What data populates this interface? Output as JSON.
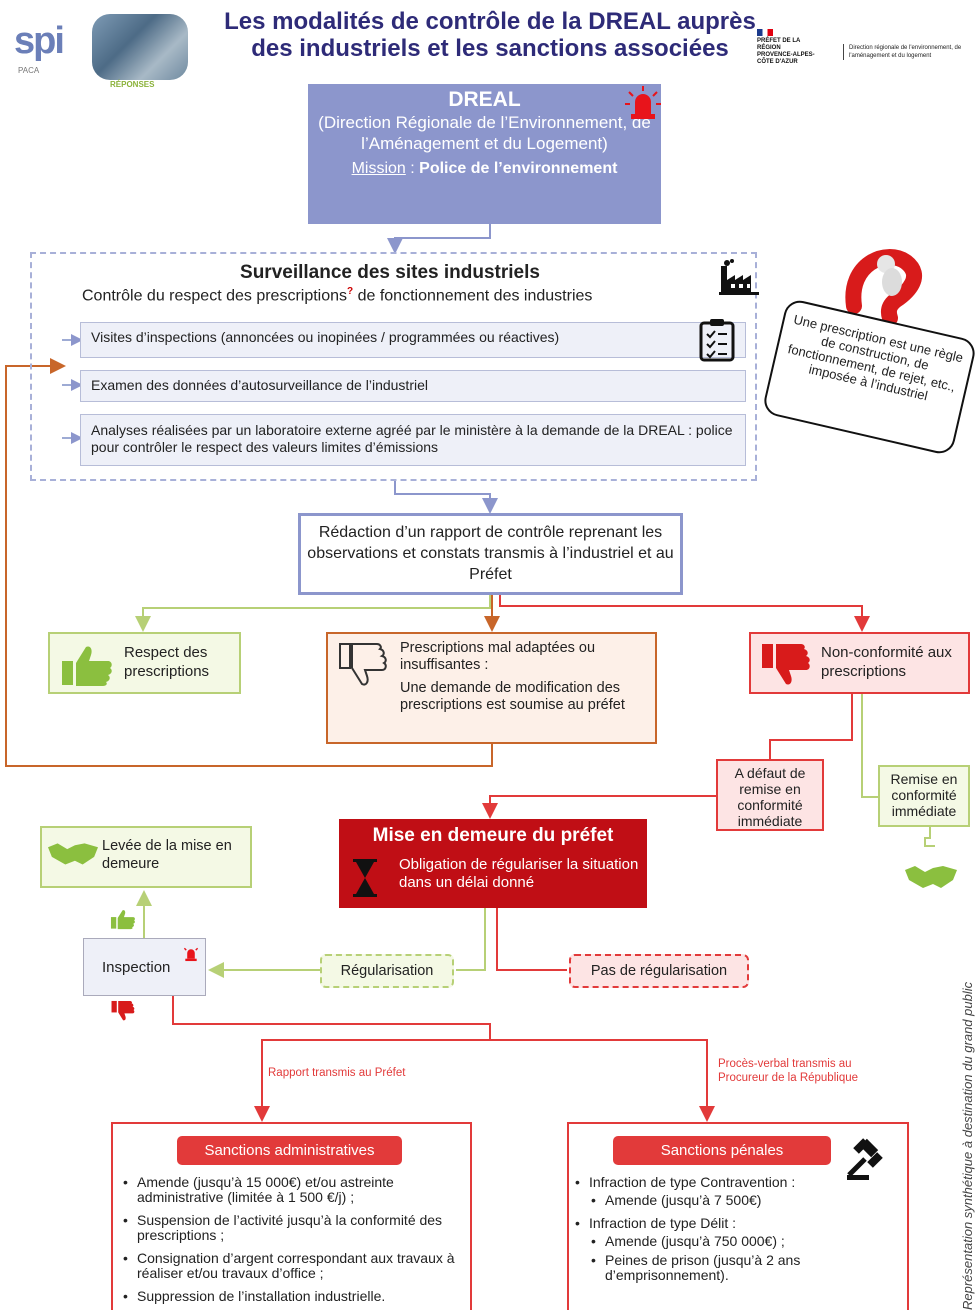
{
  "header": {
    "title_line1": "Les modalités de contrôle de la DREAL auprès",
    "title_line2": "des industriels et les sanctions associées",
    "spi_logo": "spi",
    "paca": "PACA",
    "reponses": "RÉPONSES",
    "prefet": "PRÉFET DE LA RÉGION PROVENCE-ALPES-CÔTE D'AZUR",
    "dreal_signature": "Direction régionale de l'environnement, de l'aménagement et du logement"
  },
  "dreal": {
    "name": "DREAL",
    "full_name": "(Direction Régionale de l’Environnement, de l’Aménagement et du Logement)",
    "mission_label": "Mission",
    "mission_value": "Police de l’environnement"
  },
  "surveillance": {
    "title": "Surveillance des sites industriels",
    "subtitle": "Contrôle du respect des prescriptions",
    "subtitle_mark": "?",
    "subtitle_end": " de fonctionnement des industries",
    "items": [
      "Visites d’inspections (annoncées ou inopinées / programmées ou réactives)",
      "Examen des données d’autosurveillance de l’industriel",
      "Analyses réalisées par un laboratoire externe agréé par le ministère à la demande de la DREAL : police pour contrôler le respect des valeurs limites d’émissions"
    ]
  },
  "definition": "Une prescription est une règle de construction, de fonctionnement, de rejet, etc., imposée à l’industriel",
  "rapport": "Rédaction d’un rapport de contrôle reprenant les observations et constats transmis à l’industriel et au Préfet",
  "outcomes": {
    "respect": "Respect des prescriptions",
    "mal_adaptees_title": "Prescriptions mal adaptées ou insuffisantes :",
    "mal_adaptees_text": "Une demande de modification des prescriptions est soumise au préfet",
    "non_conformite": "Non-conformité aux prescriptions"
  },
  "a_defaut": "A défaut de remise en conformité immédiate",
  "remise": "Remise en conformité immédiate",
  "mise_en_demeure": {
    "title": "Mise en demeure du préfet",
    "text": "Obligation de régulariser la situation dans un délai donné"
  },
  "levee": "Levée de la mise en demeure",
  "inspection": "Inspection",
  "regularisation": "Régularisation",
  "pas_regularisation": "Pas de régularisation",
  "rapport_prefet": "Rapport transmis au Préfet",
  "pv_procureur": "Procès-verbal transmis au Procureur de la République",
  "sanctions_admin": {
    "title": "Sanctions administratives",
    "items": [
      "Amende (jusqu’à 15 000€) et/ou astreinte administrative (limitée à 1 500 €/j) ;",
      "Suspension de l’activité jusqu’à la conformité des prescriptions ;",
      "Consignation d’argent correspondant aux travaux à réaliser et/ou travaux d’office ;",
      "Suppression de l’installation industrielle."
    ]
  },
  "sanctions_penales": {
    "title": "Sanctions pénales",
    "contravention": "Infraction de type Contravention :",
    "contravention_amende": "Amende (jusqu’à 7 500€)",
    "delit": "Infraction de type Délit :",
    "delit_amende": "Amende (jusqu’à 750 000€) ;",
    "delit_prison": "Peines de prison (jusqu’à 2 ans d’emprisonnement)."
  },
  "side_note": "Représentation synthétique à destination du grand public",
  "colors": {
    "blue_box": "#8c96cc",
    "green": "#b7d076",
    "orange": "#c8662a",
    "red": "#e23a3a",
    "dark_red": "#c00e15"
  }
}
